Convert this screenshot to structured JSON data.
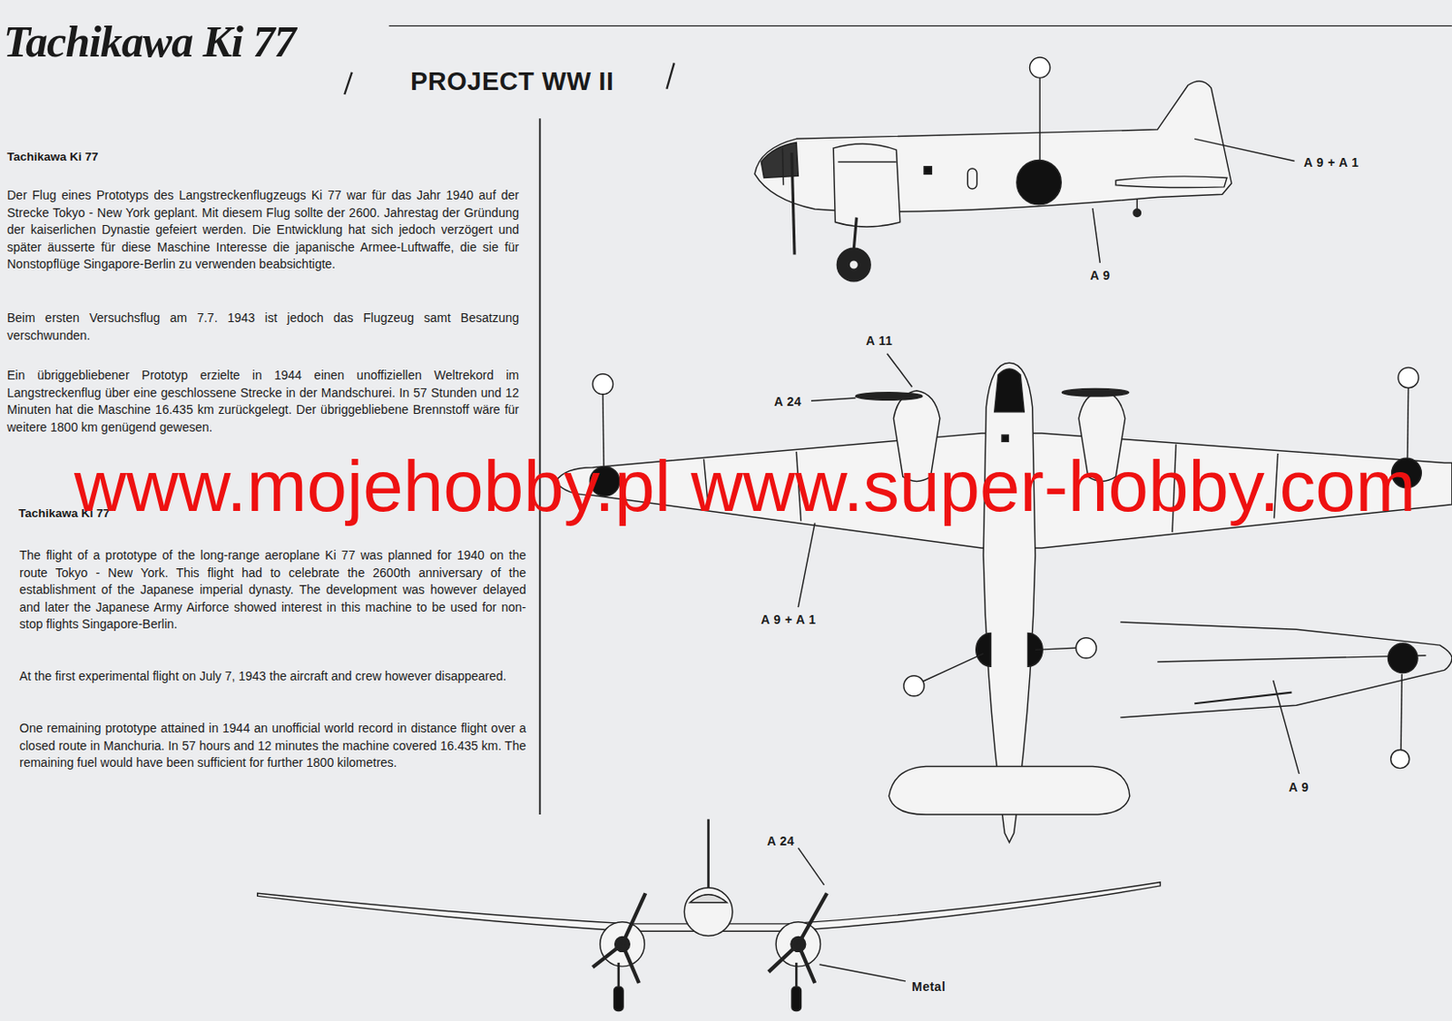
{
  "diagram": {
    "title": "Tachikawa Ki 77",
    "labels": [
      "PROJECT WW II",
      "Tachikawa Ki 77",
      "Der Flug eines Prototyps des Langstreckenflugzeugs Ki 77 war für das Jahr 1940 auf der Strecke Tokyo - New York geplant. Mit diesem Flug sollte der 2600. Jahrestag der Gründung der kaiserlichen Dynastie gefeiert werden. Die Entwicklung hat sich jedoch verzögert und später äusserte für diese Maschine Interesse die japanische Armee-Luftwaffe, die sie für Nonstopflüge Singapore-Berlin zu verwenden beabsichtigte.",
      "Beim ersten Versuchsflug am 7.7. 1943 ist jedoch das Flugzeug samt Besatzung verschwunden.",
      "Ein übriggebliebener Prototyp erzielte in 1944 einen unoffiziellen Weltrekord im Langstreckenflug über eine geschlossene Strecke in der Mandschurei. In 57 Stunden und 12 Minuten hat die Maschine 16.435 km zurückgelegt. Der übriggebliebene Brennstoff wäre für weitere 1800 km genügend gewesen.",
      "Tachikawa Ki 77",
      "The flight of a prototype of the long-range aeroplane Ki 77 was planned for 1940 on the route Tokyo - New York. This flight had to celebrate the 2600th anniversary of the establishment of the Japanese imperial dynasty. The development was however delayed and later the Japanese Army Airforce showed interest in this machine to be used for non-stop flights Singapore-Berlin.",
      "At the first experimental flight on July 7, 1943 the aircraft and crew however disappeared.",
      "One remaining prototype attained in 1944 an unofficial world record in distance flight over a closed route in Manchuria. In 57 hours and 12 minutes the machine covered 16.435 km. The remaining fuel would have been sufficient for further 1800 kilometres.",
      "A 9 + A 1",
      "A 9",
      "A 11",
      "A 24",
      "A 9 + A 1",
      "A 9",
      "A 24",
      "Metal",
      "www.mojehobby.pl www.super-hobby.com"
    ]
  }
}
